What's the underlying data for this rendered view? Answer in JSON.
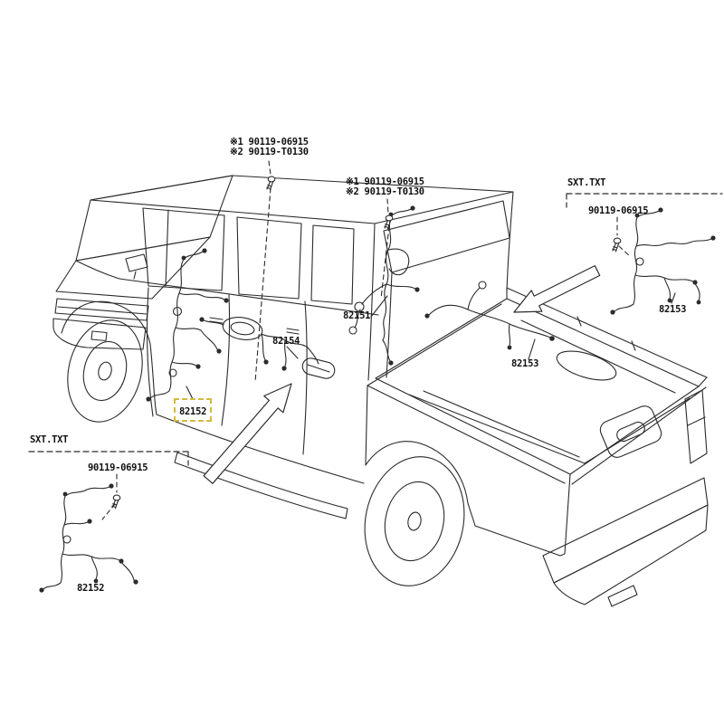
{
  "diagram": {
    "colors": {
      "background": "#ffffff",
      "line": "#2b2b2b",
      "highlight": "#d4b940",
      "text": "#111111"
    },
    "notes": {
      "top": {
        "line1": "※1 90119-06915",
        "line2": "※2 90119-T0130"
      },
      "mid": {
        "line1": "※1 90119-06915",
        "line2": "※2 90119-T0130"
      }
    },
    "bolts": {
      "right": "90119-06915",
      "bottom_left": "90119-06915"
    },
    "insets": {
      "top_right": "SXT.TXT",
      "bottom_left": "SXT.TXT"
    },
    "parts": {
      "p82151": "82151",
      "p82152": "82152",
      "p82153_bed": "82153",
      "p82154": "82154",
      "p82153_inset": "82153",
      "p82152_inset": "82152"
    }
  }
}
